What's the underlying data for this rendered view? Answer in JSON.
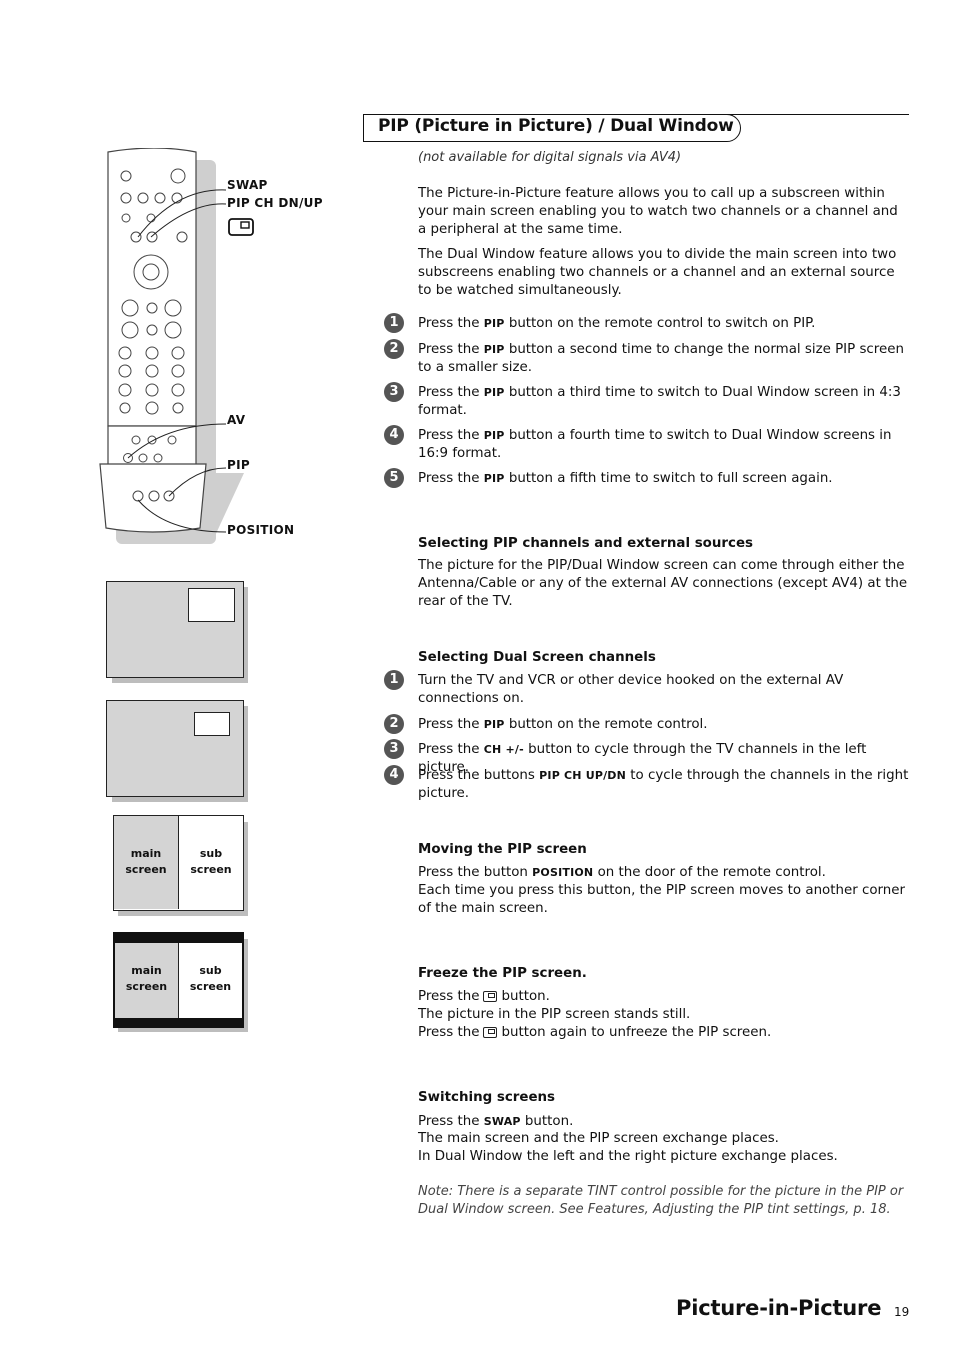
{
  "header": {
    "title": "PIP (Picture in Picture) / Dual Window"
  },
  "intro": {
    "availability_note": "(not available for digital signals via AV4)",
    "para1": "The Picture-in-Picture feature allows you to call up a subscreen within your main screen enabling you to watch two channels or a channel and a peripheral at the same time.",
    "para2": "The Dual Window feature allows you to divide the main screen into two subscreens enabling two channels or a channel and an external source to be watched simultaneously."
  },
  "pip_steps": [
    {
      "num": "1",
      "pre": "Press the ",
      "key": "PIP",
      "post": " button on the remote control to switch on PIP."
    },
    {
      "num": "2",
      "pre": "Press the ",
      "key": "PIP",
      "post": " button a second time to change the normal size PIP screen to a smaller size."
    },
    {
      "num": "3",
      "pre": "Press the ",
      "key": "PIP",
      "post": " button a third time to switch to Dual Window screen in 4:3 format."
    },
    {
      "num": "4",
      "pre": "Press the ",
      "key": "PIP",
      "post": " button a fourth time to switch to Dual Window screens in 16:9 format."
    },
    {
      "num": "5",
      "pre": "Press the ",
      "key": "PIP",
      "post": " button a fifth time to switch to full screen again."
    }
  ],
  "selecting_sources": {
    "heading": "Selecting PIP channels and external sources",
    "text": "The picture for the PIP/Dual Window screen can come through either the Antenna/Cable or any of the external AV connections (except AV4) at the rear of the TV."
  },
  "dual_channels": {
    "heading": "Selecting Dual Screen channels",
    "steps": [
      {
        "num": "1",
        "pre": "Turn the TV and VCR or other device hooked on the external AV connections on.",
        "key": "",
        "post": ""
      },
      {
        "num": "2",
        "pre": "Press the ",
        "key": "PIP",
        "post": " button on the remote control."
      },
      {
        "num": "3",
        "pre": "Press the ",
        "key": "CH +/-",
        "post": " button to cycle through the TV channels in the left picture."
      },
      {
        "num": "4",
        "pre": "Press the buttons ",
        "key": "PIP CH UP/DN",
        "post": " to cycle through the channels in the right picture."
      }
    ]
  },
  "moving": {
    "heading": "Moving the PIP screen",
    "pre": "Press the button ",
    "key": "POSITION",
    "post": " on the door of the remote control.",
    "line2": "Each time you press this button, the PIP screen moves to another corner of the main screen."
  },
  "freeze": {
    "heading": "Freeze the PIP screen.",
    "l1_pre": "Press the",
    "l1_post": "button.",
    "l2": "The picture in the PIP screen stands still.",
    "l3_pre": "Press the",
    "l3_post": "button again to unfreeze the PIP screen."
  },
  "switching": {
    "heading": "Switching screens",
    "pre": "Press the ",
    "key": "SWAP",
    "post": " button.",
    "line2": "The main screen and the PIP screen exchange places.",
    "line3": "In Dual Window the left and the right picture exchange places."
  },
  "note": "Note: There is a separate TINT control possible for the picture in the PIP or Dual Window screen. See Features, Adjusting the PIP tint settings, p. 18.",
  "remote_labels": {
    "swap": "SWAP",
    "pip_ch": "PIP CH DN/UP",
    "av": "AV",
    "pip": "PIP",
    "position": "POSITION"
  },
  "diagrams": {
    "main_label_1": "main",
    "main_label_2": "screen",
    "sub_label_1": "sub",
    "sub_label_2": "screen"
  },
  "footer": {
    "title": "Picture-in-Picture",
    "page": "19"
  }
}
